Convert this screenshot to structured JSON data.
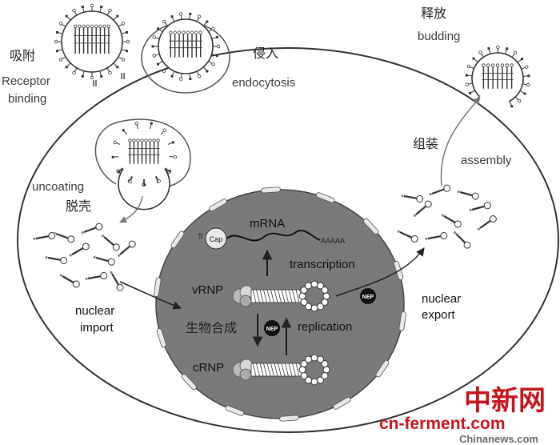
{
  "labels": {
    "receptor_binding_cn": "吸附",
    "receptor_binding_en": "Receptor\nbinding",
    "endocytosis_cn": "侵入",
    "endocytosis_en": "endocytosis",
    "budding_cn": "释放",
    "budding_en": "budding",
    "assembly_cn": "组装",
    "assembly_en": "assembly",
    "uncoating_en": "uncoating",
    "uncoating_cn": "脱壳",
    "nuclear_import": "nuclear\nimport",
    "nuclear_export": "nuclear\nexport",
    "mrna": "mRNA",
    "cap": "Cap",
    "five_prime": "5'",
    "polya": "AAAAA",
    "transcription": "transcription",
    "vrnp": "vRNP",
    "crnp": "cRNP",
    "biosynthesis_cn": "生物合成",
    "replication": "replication",
    "nep": "NEP"
  },
  "watermark": {
    "brand_cn": "中新网",
    "site": "cn-ferment.com",
    "site2": "Chinanews.com"
  },
  "colors": {
    "nucleus_fill": "#7a7a7a",
    "cell_stroke": "#333333",
    "arrow": "#222222",
    "watermark": "#c4151c"
  }
}
